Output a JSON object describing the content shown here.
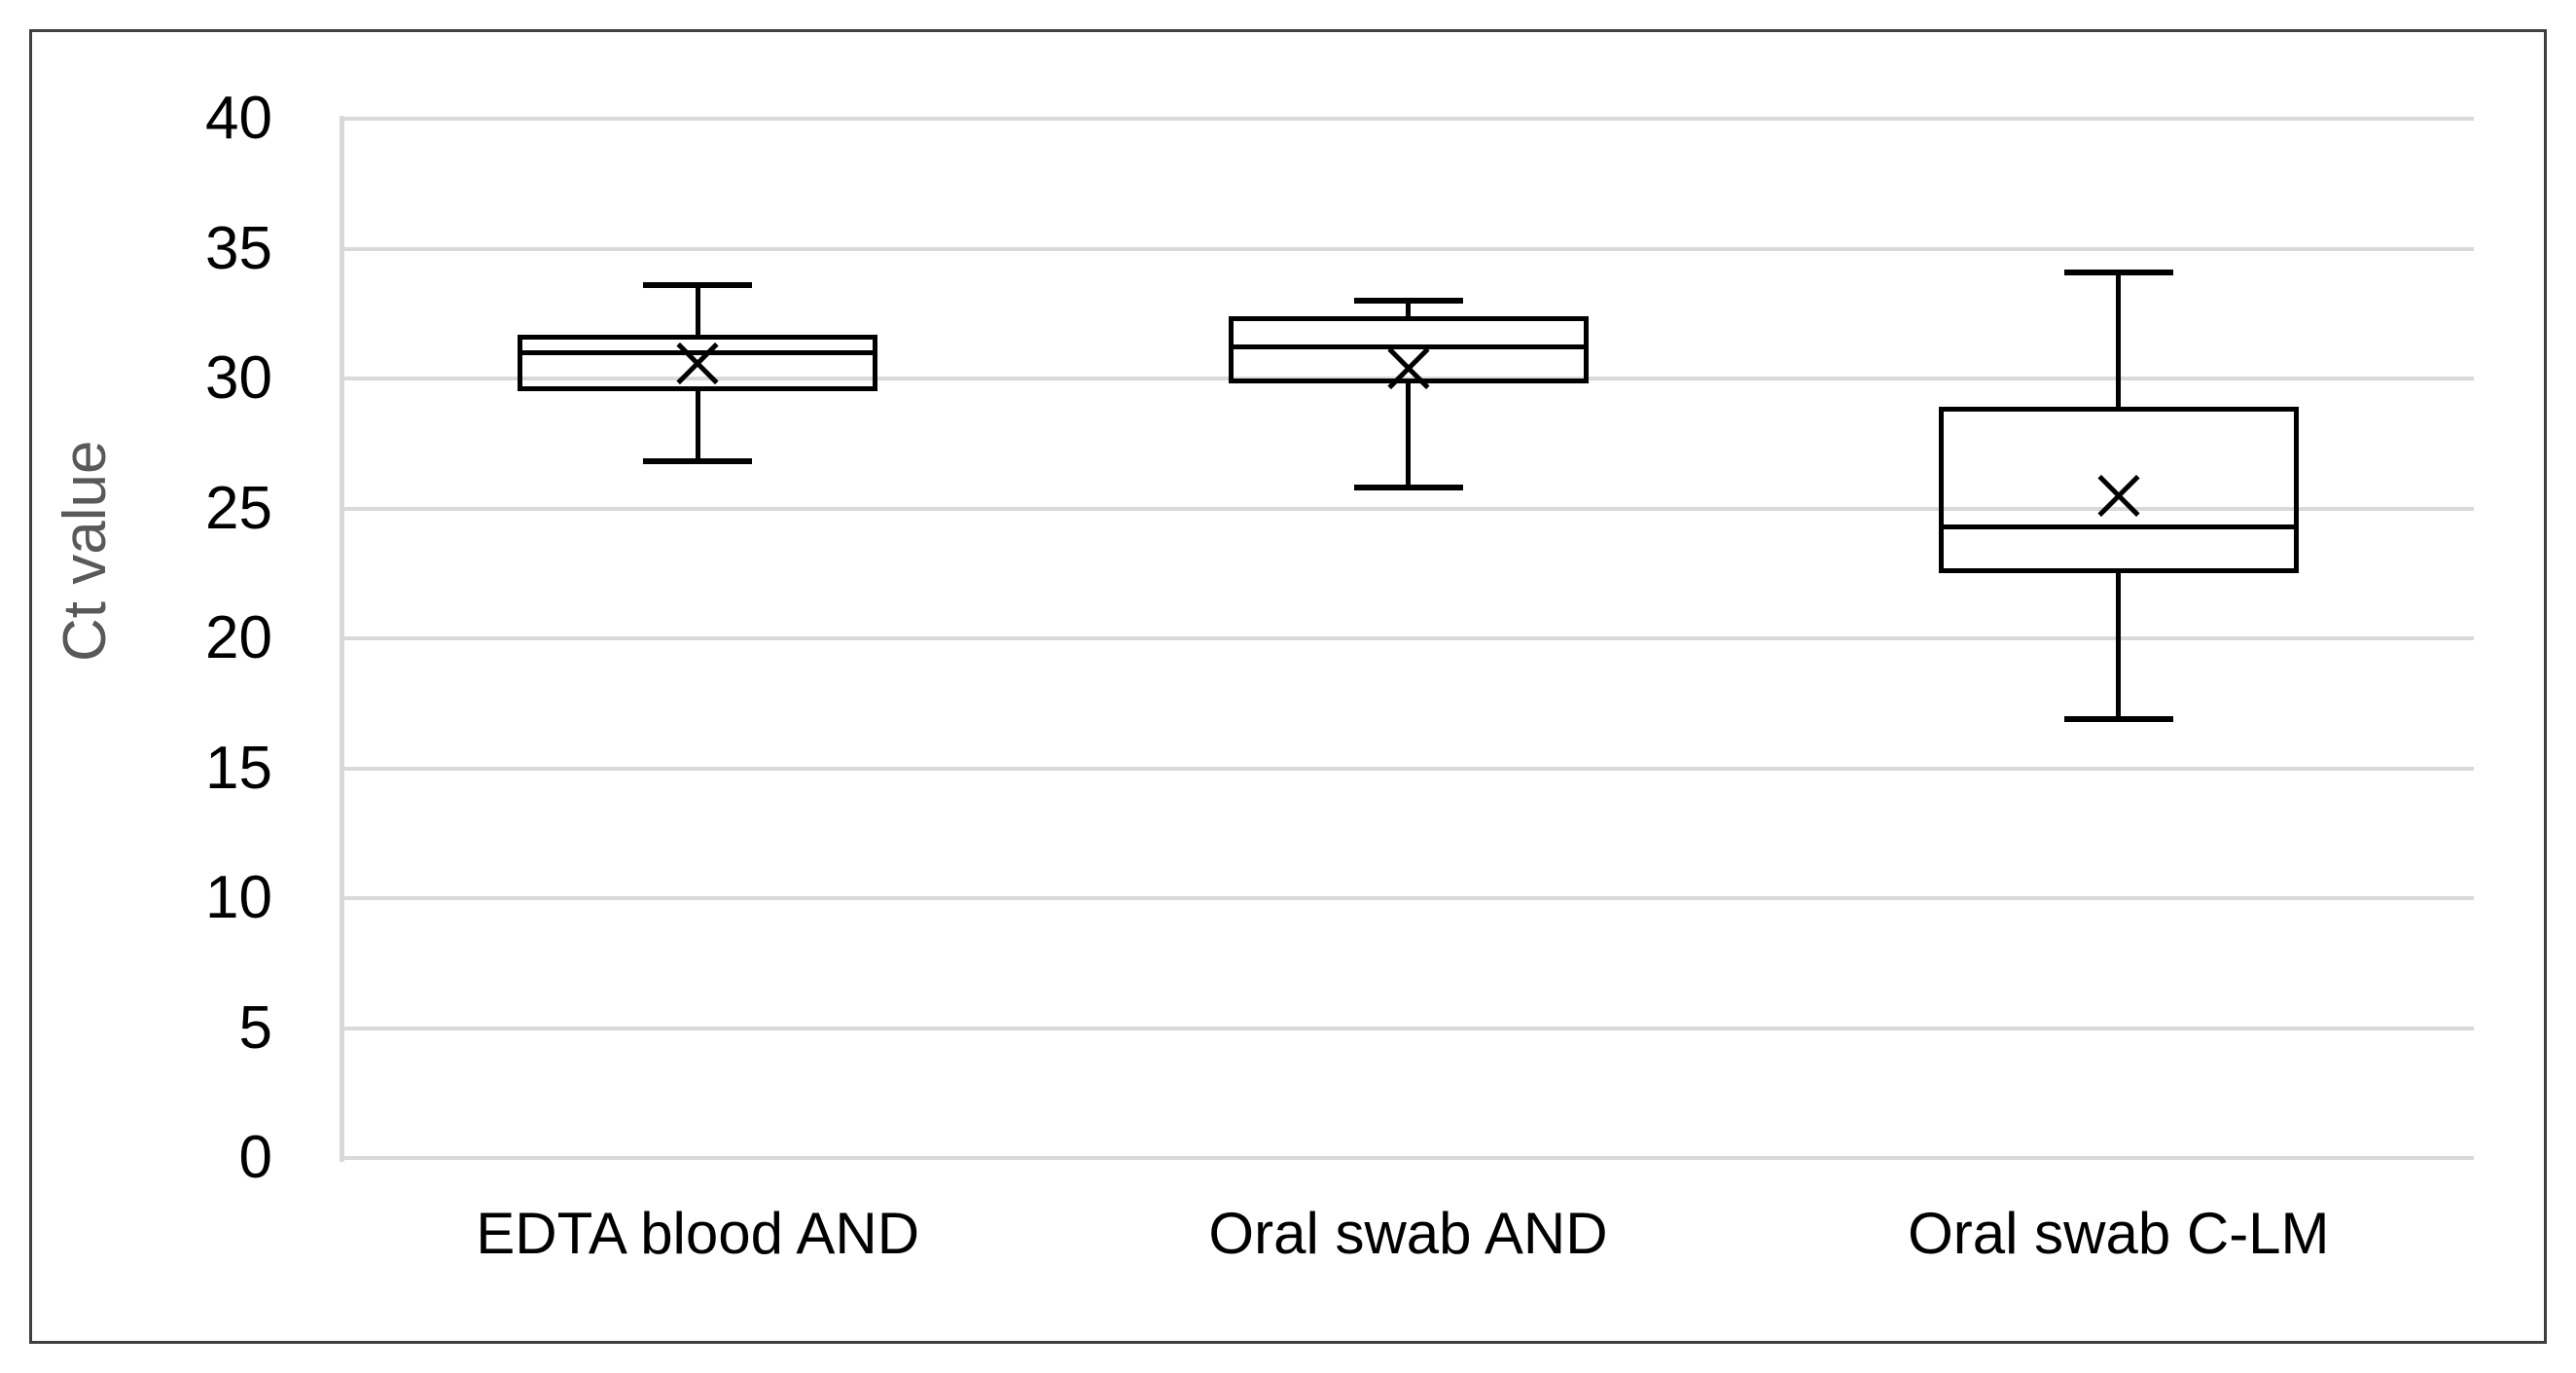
{
  "chart_data": {
    "type": "box",
    "title": "",
    "xlabel": "",
    "ylabel": "Ct value",
    "ylim": [
      0,
      40
    ],
    "ytick_values": [
      40,
      35,
      30,
      25,
      20,
      15,
      10,
      5,
      0
    ],
    "ytick_labels": [
      "40",
      "35",
      "30",
      "25",
      "20",
      "15",
      "10",
      "5",
      "0"
    ],
    "grid": true,
    "legend": "none",
    "categories": [
      "EDTA blood AND",
      "Oral swab AND",
      "Oral swab C-LM"
    ],
    "boxes": [
      {
        "category": "EDTA blood AND",
        "min": 26.8,
        "q1": 29.5,
        "median": 31.0,
        "mean": 30.6,
        "q3": 31.7,
        "max": 33.6
      },
      {
        "category": "Oral swab AND",
        "min": 25.8,
        "q1": 29.8,
        "median": 31.2,
        "mean": 30.4,
        "q3": 32.4,
        "max": 33.0
      },
      {
        "category": "Oral swab C-LM",
        "min": 16.9,
        "q1": 22.5,
        "median": 24.3,
        "mean": 25.5,
        "q3": 28.9,
        "max": 34.1
      }
    ],
    "colors": {
      "box_stroke": "#000000",
      "median_stroke": "#000000",
      "whisker_stroke": "#000000",
      "mean_marker": "#000000",
      "gridline": "#d9d9d9",
      "axis_line": "#d9d9d9",
      "tick_label": "#000000",
      "axis_title": "#595959",
      "figure_border": "#3f3f3f",
      "background": "#ffffff"
    },
    "mean_marker_symbol": "x"
  }
}
